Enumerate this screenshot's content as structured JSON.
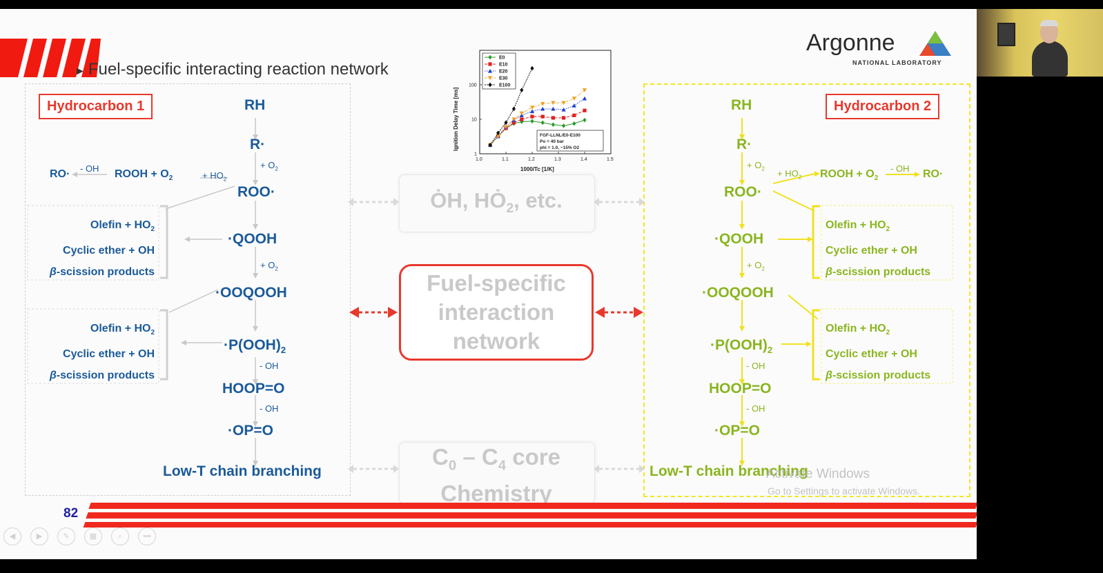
{
  "slide": {
    "title": "Fuel-specific interacting reaction network",
    "page_number": "82",
    "logo": {
      "name": "Argonne",
      "subtitle": "NATIONAL LABORATORY"
    }
  },
  "left": {
    "label": "Hydrocarbon 1",
    "species": {
      "rh": "RH",
      "r": "R·",
      "roo": "ROO·",
      "qooh": "·QOOH",
      "ooqooh": "·OOQOOH",
      "pooh2": "·P(OOH)",
      "pooh2_sub": "2",
      "hoop": "HOOP=O",
      "op": "·OP=O",
      "branching": "Low-T chain branching",
      "rooh": "ROOH + O",
      "rooh_sub": "2",
      "ro": "RO·"
    },
    "steps": {
      "o2_a": "+ O",
      "o2_sub": "2",
      "ho2": "+ HO",
      "ho2_sub": "2",
      "minus_oh": "- OH"
    },
    "products1": [
      "Olefin + HO",
      "Cyclic ether + OH",
      "-scission products"
    ],
    "products2": [
      "Olefin + HO",
      "Cyclic ether + OH",
      "-scission products"
    ],
    "beta": "β",
    "sub2": "2"
  },
  "right": {
    "label": "Hydrocarbon 2",
    "species": {
      "rh": "RH",
      "r": "R·",
      "roo": "ROO·",
      "qooh": "·QOOH",
      "ooqooh": "·OOQOOH",
      "pooh2": "·P(OOH)",
      "pooh2_sub": "2",
      "hoop": "HOOP=O",
      "op": "·OP=O",
      "branching": "Low-T chain branching",
      "rooh": "ROOH + O",
      "rooh_sub": "2",
      "ro": "RO·"
    },
    "steps": {
      "o2_a": "+ O",
      "o2_sub": "2",
      "ho2": "+ HO",
      "ho2_sub": "2",
      "minus_oh": "- OH"
    },
    "products1": [
      "Olefin + HO",
      "Cyclic ether + OH",
      "-scission products"
    ],
    "products2": [
      "Olefin + HO",
      "Cyclic ether + OH",
      "-scission products"
    ],
    "beta": "β",
    "sub2": "2"
  },
  "center": {
    "radicals": "ȮH, HȮ",
    "radicals_sub": "2",
    "radicals_tail": ", etc.",
    "network": [
      "Fuel-specific",
      "interaction",
      "network"
    ],
    "core_line1_a": "C",
    "core_line1_sub0": "0",
    "core_line1_b": " – C",
    "core_line1_sub4": "4",
    "core_line1_c": " core",
    "core_line2": "Chemistry"
  },
  "inset_chart": {
    "ylabel": "Ignition Delay Time [ms]",
    "xlabel": "1000/Tc [1/K]",
    "legend": [
      "E0",
      "E10",
      "E20",
      "E30",
      "E100"
    ],
    "box_text": [
      "FGF-LLNL/E0-E100",
      "Po = 40 bar",
      "phi = 1.0, ~15% O2"
    ],
    "x_ticks": [
      "1.0",
      "1.1",
      "1.2",
      "1.3",
      "1.4",
      "1.5"
    ],
    "y_ticks": [
      "1",
      "10",
      "100"
    ]
  },
  "chart_data": {
    "type": "scatter",
    "xlabel": "1000/Tc [1/K]",
    "ylabel": "Ignition Delay Time [ms]",
    "xlim": [
      1.0,
      1.5
    ],
    "ylim": [
      1,
      1000
    ],
    "yscale": "log",
    "series": [
      {
        "name": "E0",
        "color": "#2a9a2a",
        "marker": "diamond",
        "x": [
          1.04,
          1.07,
          1.1,
          1.13,
          1.16,
          1.2,
          1.24,
          1.28,
          1.32,
          1.36,
          1.4
        ],
        "y": [
          1.8,
          3.2,
          5.5,
          7.5,
          8.5,
          8.8,
          8.0,
          7.0,
          6.5,
          7.5,
          9.5
        ]
      },
      {
        "name": "E10",
        "color": "#e02020",
        "marker": "square",
        "x": [
          1.04,
          1.07,
          1.1,
          1.13,
          1.16,
          1.2,
          1.24,
          1.28,
          1.32,
          1.36,
          1.4
        ],
        "y": [
          1.8,
          3.2,
          5.5,
          8.0,
          10,
          12,
          12,
          11,
          11,
          13,
          18
        ]
      },
      {
        "name": "E20",
        "color": "#2040d0",
        "marker": "triangle-up",
        "x": [
          1.04,
          1.07,
          1.1,
          1.13,
          1.16,
          1.2,
          1.24,
          1.28,
          1.32,
          1.36,
          1.4
        ],
        "y": [
          1.8,
          3.2,
          6.0,
          9.5,
          13,
          17,
          20,
          20,
          19,
          25,
          40
        ]
      },
      {
        "name": "E30",
        "color": "#f0a020",
        "marker": "triangle-down",
        "x": [
          1.04,
          1.07,
          1.1,
          1.13,
          1.16,
          1.2,
          1.24,
          1.28,
          1.32,
          1.36,
          1.4
        ],
        "y": [
          1.8,
          3.2,
          6.0,
          10,
          15,
          22,
          28,
          30,
          30,
          40,
          70
        ]
      },
      {
        "name": "E100",
        "color": "#111111",
        "marker": "diamond",
        "x": [
          1.04,
          1.07,
          1.1,
          1.13,
          1.16,
          1.2
        ],
        "y": [
          1.8,
          4.0,
          8.0,
          20,
          70,
          300
        ]
      }
    ]
  },
  "watermark": {
    "line1": "Activate Windows",
    "line2": "Go to Settings to activate Windows."
  },
  "controls": [
    "prev",
    "next",
    "pen",
    "slides",
    "zoom",
    "more"
  ],
  "colors": {
    "red": "#e8382c",
    "blue": "#1a5a9a",
    "green": "#8ab51f",
    "yellow": "#f2e61e"
  }
}
